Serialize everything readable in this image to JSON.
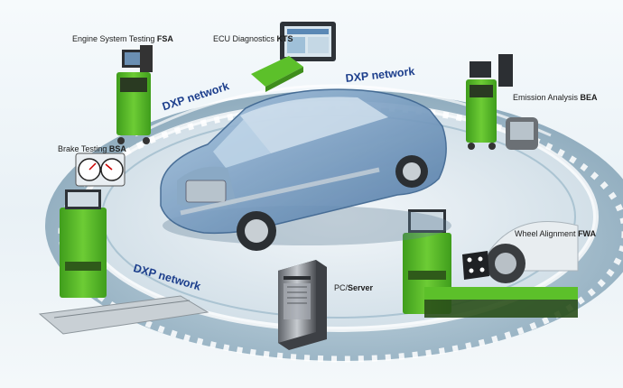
{
  "labels": {
    "fsa": {
      "name": "Engine System Testing",
      "code": "FSA"
    },
    "kts": {
      "name": "ECU Diagnostics",
      "code": "KTS"
    },
    "bea": {
      "name": "Emission Analysis",
      "code": "BEA"
    },
    "bsa": {
      "name": "Brake Testing",
      "code": "BSA"
    },
    "fwa": {
      "name": "Wheel Alignment",
      "code": "FWA"
    },
    "server": {
      "name": "PC/",
      "code": "Server"
    }
  },
  "network": {
    "label_top_left": "DXP network",
    "label_top_right": "DXP network",
    "label_bottom_left": "DXP network"
  },
  "colors": {
    "equipment_green": "#5cc02a",
    "network_text": "#1c3e8c",
    "ring": "#6f93a8",
    "car_body": "#7aa2c8"
  }
}
